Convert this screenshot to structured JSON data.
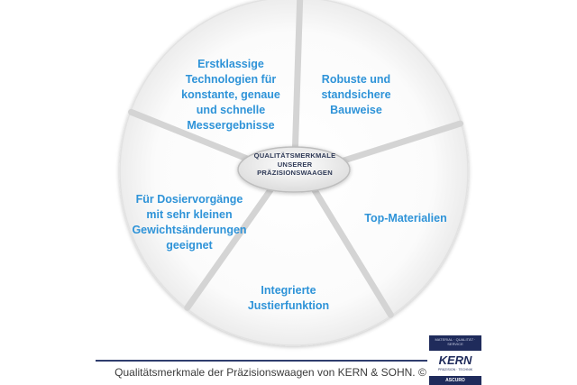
{
  "center": {
    "text": "QUALITÄTSMERKMALE\nUNSERER\nPRÄZISIONSWAAGEN"
  },
  "segments": [
    {
      "id": "technology",
      "text": "Erstklassige\nTechnologien für\nkonstante, genaue\nund schnelle\nMessergebnisse"
    },
    {
      "id": "robust",
      "text": "Robuste und\nstandsichere\nBauweise"
    },
    {
      "id": "materials",
      "text": "Top-Materialien"
    },
    {
      "id": "calibration",
      "text": "Integrierte\nJustierfunktion"
    },
    {
      "id": "dosing",
      "text": "Für Dosiervorgänge\nmit sehr kleinen\nGewichtsänderungen\ngeeignet"
    }
  ],
  "caption": "Qualitätsmerkmale der Präzisionswaagen von KERN & SOHN. ©",
  "badge": {
    "top_text": "MATERIAL · QUALITÄT · SERVICE",
    "logo": "KERN",
    "sub_text": "PRÄZISION · TECHNIK",
    "bottom_text": "ASCURO"
  },
  "colors": {
    "label": "#2e93d8",
    "center_text": "#2f3a57",
    "divider": "#2f3d6e"
  }
}
